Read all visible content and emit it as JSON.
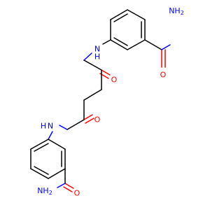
{
  "structure": {
    "labels": {
      "nh2_top": "NH",
      "nh2_top_sub": "2",
      "o_top_amide": "O",
      "nh_top": "N",
      "nh_top_h": "H",
      "o_top_chain": "O",
      "o_bottom_chain": "O",
      "nh_bottom": "N",
      "nh_bottom_h": "H",
      "nh2_bottom": "NH",
      "nh2_bottom_sub": "2",
      "o_bottom_amide": "O"
    },
    "colors": {
      "carbon": "#000000",
      "nitrogen": "#0000ff",
      "oxygen": "#ff0000"
    }
  }
}
